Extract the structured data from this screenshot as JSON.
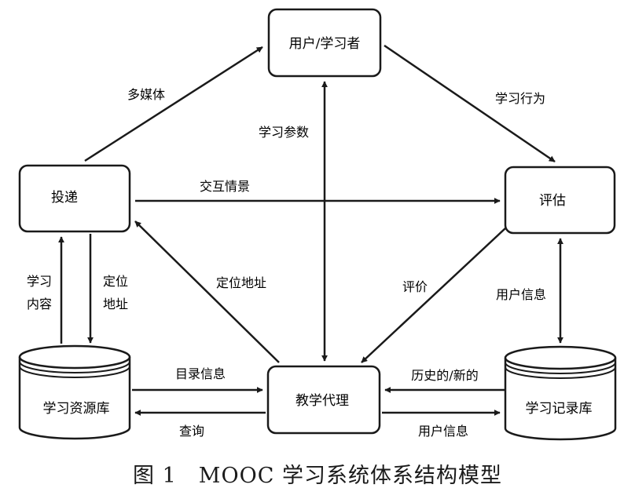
{
  "nodes": {
    "user": "用户/学习者",
    "delivery": "投递",
    "evaluation": "评估",
    "agent": "教学代理",
    "resource_db": "学习资源库",
    "record_db": "学习记录库"
  },
  "edges": {
    "multimedia": "多媒体",
    "learning_behavior": "学习行为",
    "learning_params": "学习参数",
    "interaction": "交互情景",
    "learning_content_1": "学习",
    "learning_content_2": "内容",
    "locate_addr_1": "定位",
    "locate_addr_2": "地址",
    "locate_address": "定位地址",
    "evaluate": "评价",
    "user_info_right": "用户信息",
    "catalog_info": "目录信息",
    "query": "查询",
    "history_new": "历史的/新的",
    "user_info_bottom": "用户信息"
  },
  "caption": "图 1　MOOC 学习系统体系结构模型"
}
